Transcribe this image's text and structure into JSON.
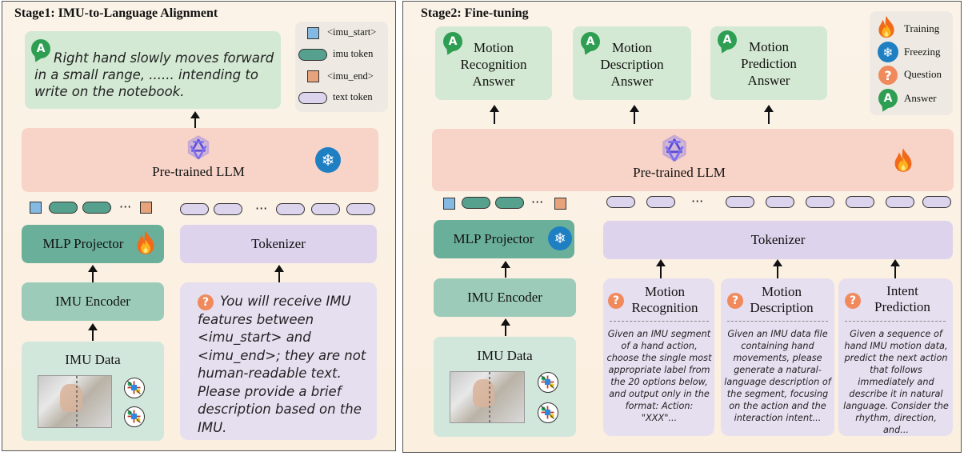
{
  "stage1": {
    "title": "Stage1: IMU-to-Language Alignment",
    "answer_text": "Right hand slowly moves forward in a small range, ...... intending to write on the notebook.",
    "legend": [
      {
        "label": "<imu_start>",
        "shape": "square",
        "color": "#84b9e2"
      },
      {
        "label": "imu token",
        "shape": "pill",
        "color": "#56a08e"
      },
      {
        "label": "<imu_end>",
        "shape": "square",
        "color": "#e7a47c"
      },
      {
        "label": "text token",
        "shape": "pill",
        "color": "#dcd3ec"
      }
    ],
    "llm_label": "Pre-trained LLM",
    "llm_state": "freezing",
    "mlp_label": "MLP Projector",
    "mlp_state": "training",
    "tokenizer_label": "Tokenizer",
    "encoder_label": "IMU Encoder",
    "imu_data_label": "IMU Data",
    "question_text": "You will receive IMU features between <imu_start> and <imu_end>; they are not human-readable text. Please provide a brief description based on the IMU.",
    "ellipsis": "···"
  },
  "stage2": {
    "title": "Stage2: Fine-tuning",
    "answers": [
      {
        "label": "Motion Recognition Answer"
      },
      {
        "label": "Motion Description Answer"
      },
      {
        "label": "Motion Prediction Answer"
      }
    ],
    "legend": [
      {
        "label": "Training",
        "icon": "flame-icon"
      },
      {
        "label": "Freezing",
        "icon": "snowflake-icon"
      },
      {
        "label": "Question",
        "icon": "question-icon"
      },
      {
        "label": "Answer",
        "icon": "answer-icon"
      }
    ],
    "llm_label": "Pre-trained LLM",
    "llm_state": "training",
    "mlp_label": "MLP Projector",
    "mlp_state": "freezing",
    "tokenizer_label": "Tokenizer",
    "encoder_label": "IMU Encoder",
    "imu_data_label": "IMU Data",
    "ellipsis": "···",
    "questions": [
      {
        "title": "Motion Recognition",
        "text": "Given an IMU segment of a hand action, choose the single most appropriate label from the 20 options below, and output only in the format: Action: \"XXX\"..."
      },
      {
        "title": "Motion Description",
        "text": "Given an IMU data file containing hand movements, please generate a natural-language description of the segment, focusing on the action and the interaction intent..."
      },
      {
        "title": "Intent Prediction",
        "text": "Given a sequence of hand IMU motion data, predict the next action that follows immediately and describe it in natural language. Consider the rhythm, direction, and..."
      }
    ]
  },
  "colors": {
    "llm": "#f8d4c8",
    "mlp": "#6aaf9a",
    "encoder": "#9ccbba",
    "tokenizer": "#ddd3ec",
    "answer": "#d3e9d3",
    "question_icon": "#f08a5d",
    "answer_icon": "#2e9e53",
    "freeze_icon": "#1f7fc3"
  }
}
